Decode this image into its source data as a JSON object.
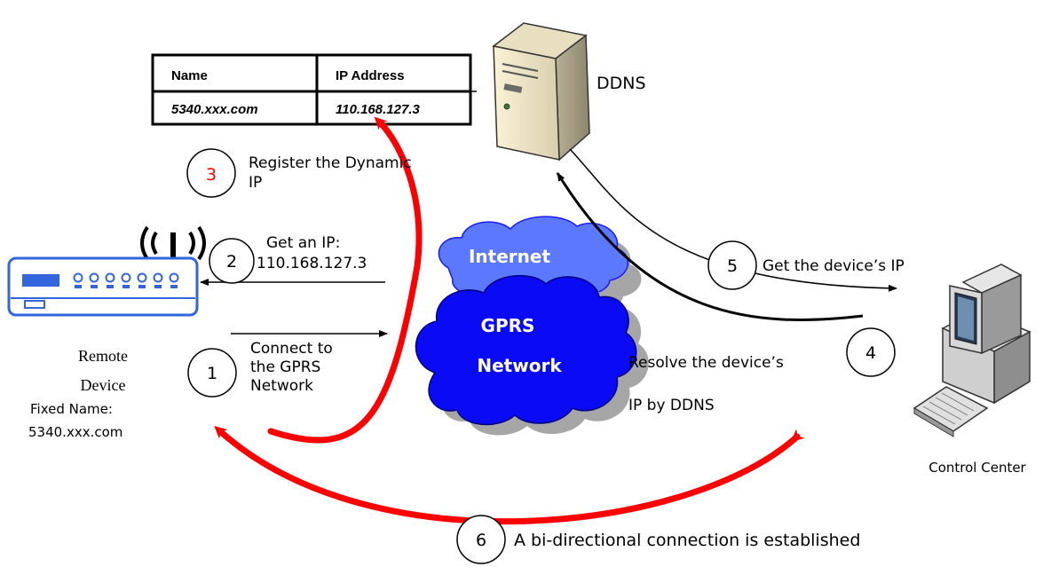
{
  "table": {
    "headers": [
      "Name",
      "IP Address"
    ],
    "row": [
      "5340.xxx.com",
      "110.168.127.3"
    ]
  },
  "ddns_label": "DDNS",
  "clouds": {
    "internet": "Internet",
    "gprs_line1": "GPRS",
    "gprs_line2": "Network"
  },
  "remote_device": {
    "title_line1": "Remote",
    "title_line2": "Device",
    "fixed_name_line1": "Fixed Name:",
    "fixed_name_line2": "5340.xxx.com"
  },
  "control_center": "Control Center",
  "steps": [
    {
      "num": "1",
      "lines": [
        "Connect to",
        "the GPRS",
        "Network"
      ]
    },
    {
      "num": "2",
      "lines": [
        "Get an IP:",
        "110.168.127.3"
      ]
    },
    {
      "num": "3",
      "lines": [
        "Register the Dynamic",
        "IP"
      ]
    },
    {
      "num": "4",
      "lines": [
        "Resolve the device’s",
        "IP by DDNS"
      ]
    },
    {
      "num": "5",
      "lines": [
        "Get the device’s IP"
      ]
    },
    {
      "num": "6",
      "lines": [
        "A bi-directional connection is established"
      ]
    }
  ],
  "colors": {
    "red_arrow": "#ff0000",
    "cloud_blue": "#1a1aff",
    "step3_num": "#ff0000",
    "device_blue": "#3366dd"
  }
}
